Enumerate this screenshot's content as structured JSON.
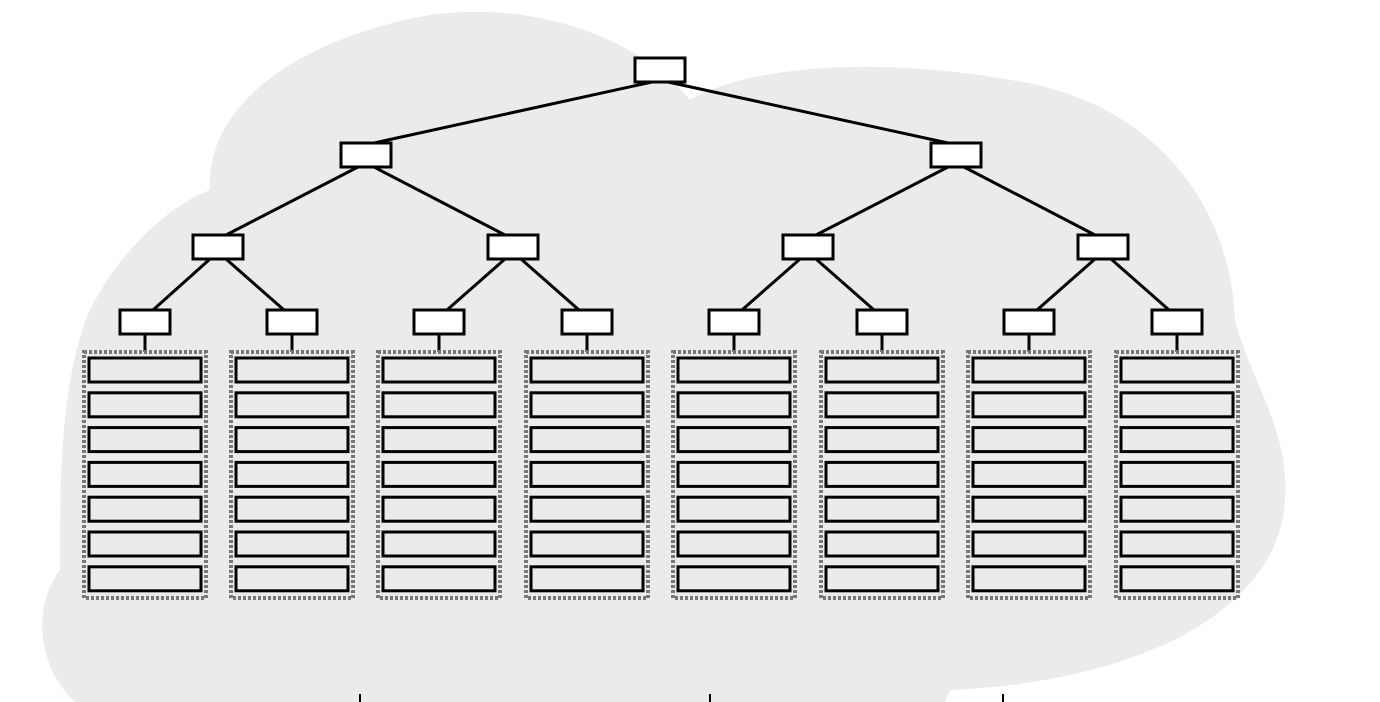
{
  "diagram": {
    "type": "binary-tree",
    "levels": 4,
    "internal_node_count": 15,
    "leaf_group_count": 8,
    "records_per_leaf_group": 7,
    "colors": {
      "background_blob": "#ebebeb",
      "node_fill": "#ffffff",
      "record_fill": "#ebebeb",
      "stroke": "#000000",
      "dotted_border": "#777777"
    }
  }
}
